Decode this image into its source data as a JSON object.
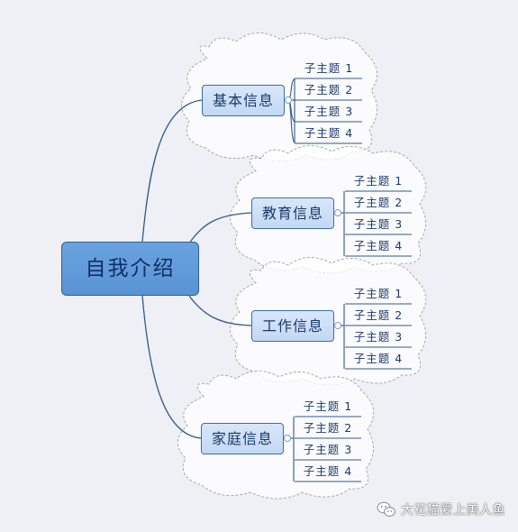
{
  "mindmap": {
    "root": "自我介绍",
    "branches": [
      {
        "label": "基本信息",
        "leaves": [
          "子主题 1",
          "子主题 2",
          "子主题 3",
          "子主题 4"
        ]
      },
      {
        "label": "教育信息",
        "leaves": [
          "子主题 1",
          "子主题 2",
          "子主题 3",
          "子主题 4"
        ]
      },
      {
        "label": "工作信息",
        "leaves": [
          "子主题 1",
          "子主题 2",
          "子主题 3",
          "子主题 4"
        ]
      },
      {
        "label": "家庭信息",
        "leaves": [
          "子主题 1",
          "子主题 2",
          "子主题 3",
          "子主题 4"
        ]
      }
    ]
  },
  "watermark": {
    "text": "大花猫爱上美人鱼",
    "icon": "wechat-icon"
  },
  "colors": {
    "background": "#eef0f5",
    "root_fill": "#5f97d8",
    "branch_fill": "#c9dcf6",
    "connector": "#2f5a8a",
    "cloud_border": "#a9a9a9"
  }
}
